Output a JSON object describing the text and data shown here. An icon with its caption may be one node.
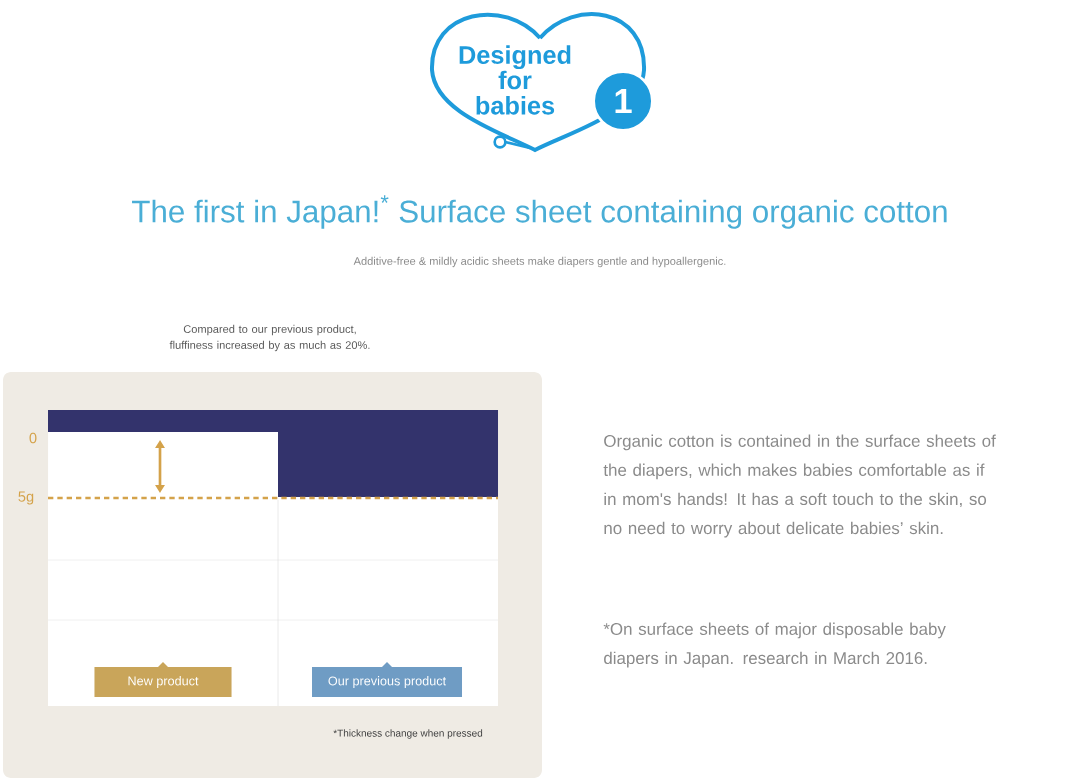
{
  "diagram": {
    "title": "The first in Japan!$^{*}$ Surface sheet containing organic cotton",
    "nodes": [
      {
        "text": [
          "Designed for babies"
        ]
      },
      {
        "text": [
          "1"
        ]
      },
      {
        "text": [
          "New product"
        ]
      },
      {
        "text": [
          "Our previous product"
        ]
      }
    ],
    "labels": [
      "Additive-free & mildly acidic sheets make diapers gentle and hypoallergenic.",
      "Compared to our previous product, fluffiness increased by as much as 20%.",
      "0",
      "5g",
      "*Thickness change when pressed",
      "Organic cotton is contained in the surface sheets of the diapers, which makes babies comfortable as if in mom's hands! It has a soft touch to the skin, so no need to worry about delicate babies’ skin.",
      "*On surface sheets of major disposable baby diapers in Japan. research in March 2016."
    ]
  }
}
